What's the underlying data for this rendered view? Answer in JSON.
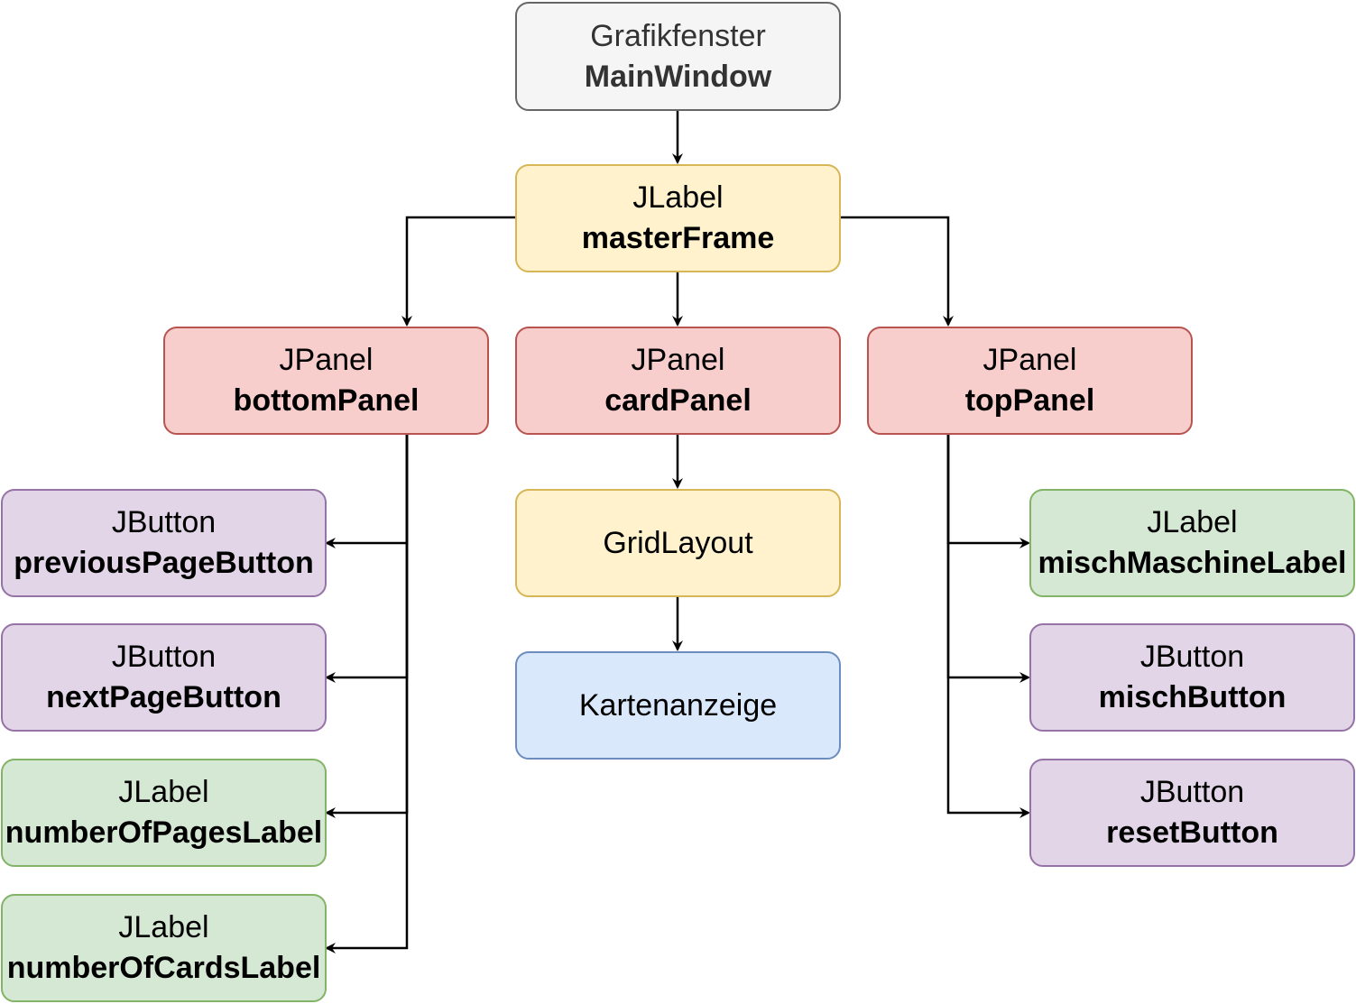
{
  "nodes": {
    "main_window": {
      "type": "Grafikfenster",
      "name": "MainWindow"
    },
    "master_frame": {
      "type": "JLabel",
      "name": "masterFrame"
    },
    "bottom_panel": {
      "type": "JPanel",
      "name": "bottomPanel"
    },
    "card_panel": {
      "type": "JPanel",
      "name": "cardPanel"
    },
    "top_panel": {
      "type": "JPanel",
      "name": "topPanel"
    },
    "previous_page_button": {
      "type": "JButton",
      "name": "previousPageButton"
    },
    "next_page_button": {
      "type": "JButton",
      "name": "nextPageButton"
    },
    "number_of_pages_label": {
      "type": "JLabel",
      "name": "numberOfPagesLabel"
    },
    "number_of_cards_label": {
      "type": "JLabel",
      "name": "numberOfCardsLabel"
    },
    "grid_layout": {
      "label": "GridLayout"
    },
    "kartenanzeige": {
      "label": "Kartenanzeige"
    },
    "misch_maschine_label": {
      "type": "JLabel",
      "name": "mischMaschineLabel"
    },
    "misch_button": {
      "type": "JButton",
      "name": "mischButton"
    },
    "reset_button": {
      "type": "JButton",
      "name": "resetButton"
    }
  },
  "edges": [
    {
      "from": "main_window",
      "to": "master_frame"
    },
    {
      "from": "master_frame",
      "to": "bottom_panel"
    },
    {
      "from": "master_frame",
      "to": "card_panel"
    },
    {
      "from": "master_frame",
      "to": "top_panel"
    },
    {
      "from": "card_panel",
      "to": "grid_layout"
    },
    {
      "from": "grid_layout",
      "to": "kartenanzeige"
    },
    {
      "from": "bottom_panel",
      "to": "previous_page_button"
    },
    {
      "from": "bottom_panel",
      "to": "next_page_button"
    },
    {
      "from": "bottom_panel",
      "to": "number_of_pages_label"
    },
    {
      "from": "bottom_panel",
      "to": "number_of_cards_label"
    },
    {
      "from": "top_panel",
      "to": "misch_maschine_label"
    },
    {
      "from": "top_panel",
      "to": "misch_button"
    },
    {
      "from": "top_panel",
      "to": "reset_button"
    }
  ],
  "colors": {
    "gray_fill": "#f5f5f5",
    "gray_stroke": "#666666",
    "yellow_fill": "#fff2cc",
    "yellow_stroke": "#d6b656",
    "red_fill": "#f8cecc",
    "red_stroke": "#b85450",
    "purple_fill": "#e1d5e7",
    "purple_stroke": "#9673a6",
    "green_fill": "#d5e8d4",
    "green_stroke": "#82b366",
    "blue_fill": "#dae8fc",
    "blue_stroke": "#6c8ebf",
    "edge": "#000000"
  }
}
